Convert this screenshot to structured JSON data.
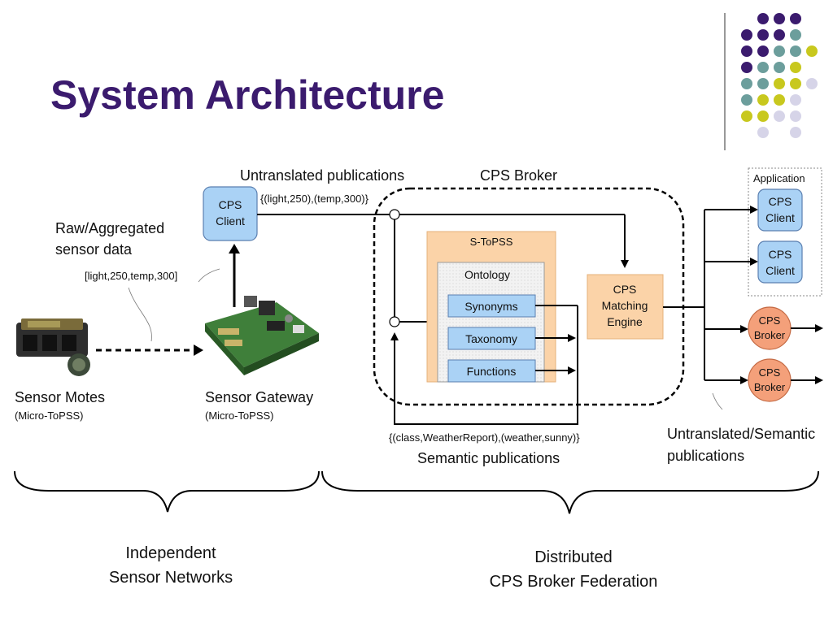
{
  "title": "System Architecture",
  "labels": {
    "untranslated_publications": "Untranslated publications",
    "untranslated_example": "{(light,250),(temp,300)}",
    "cps_broker_title": "CPS Broker",
    "raw_aggregated_1": "Raw/Aggregated",
    "raw_aggregated_2": "sensor data",
    "sensor_data_example": "[light,250,temp,300]",
    "sensor_motes": "Sensor Motes",
    "sensor_motes_sub": "(Micro-ToPSS)",
    "sensor_gateway": "Sensor Gateway",
    "sensor_gateway_sub": "(Micro-ToPSS)",
    "s_topss": "S-ToPSS",
    "ontology": "Ontology",
    "synonyms": "Synonyms",
    "taxonomy": "Taxonomy",
    "functions": "Functions",
    "matching_1": "CPS",
    "matching_2": "Matching",
    "matching_3": "Engine",
    "semantic_example": "{(class,WeatherReport),(weather,sunny)}",
    "semantic_publications": "Semantic publications",
    "application": "Application",
    "cps": "CPS",
    "client": "Client",
    "broker": "Broker",
    "untranslated_semantic_1": "Untranslated/Semantic",
    "untranslated_semantic_2": "publications",
    "independent_1": "Independent",
    "independent_2": "Sensor Networks",
    "distributed_1": "Distributed",
    "distributed_2": "CPS Broker Federation"
  },
  "colors": {
    "title": "#3b1b6e",
    "client_fill": "#aad2f5",
    "client_stroke": "#5a7fb0",
    "broker_fill": "#f4a07a",
    "stopss_fill": "#fbd3a8",
    "ontology_fill": "#ececec",
    "dot_purple": "#3b1b6e",
    "dot_teal": "#6c9e9c",
    "dot_yellow": "#c8c81e",
    "dot_lavender": "#d6d4e8"
  }
}
